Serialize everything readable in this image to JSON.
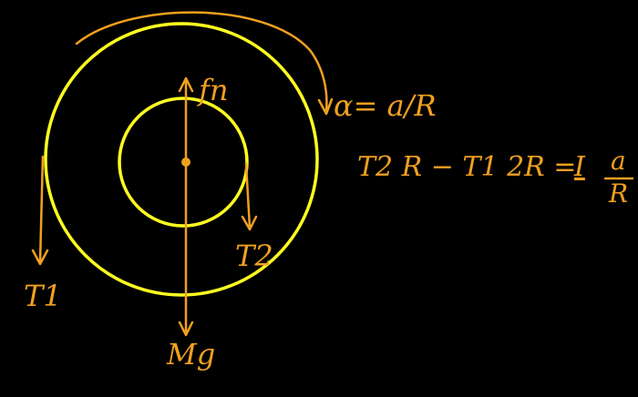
{
  "colors": {
    "background": "#000000",
    "circles": "#ffff20",
    "ink": "#f0a020"
  },
  "labels": {
    "normal_force": "fn",
    "weight": "Mg",
    "tension_outer": "T1",
    "tension_inner": "T2",
    "angular_accel": "α= a/R"
  },
  "equation": {
    "lhs": "T2 R − T1 2R =",
    "rhs_coeff": "I",
    "frac_num": "a",
    "frac_den": "R"
  }
}
